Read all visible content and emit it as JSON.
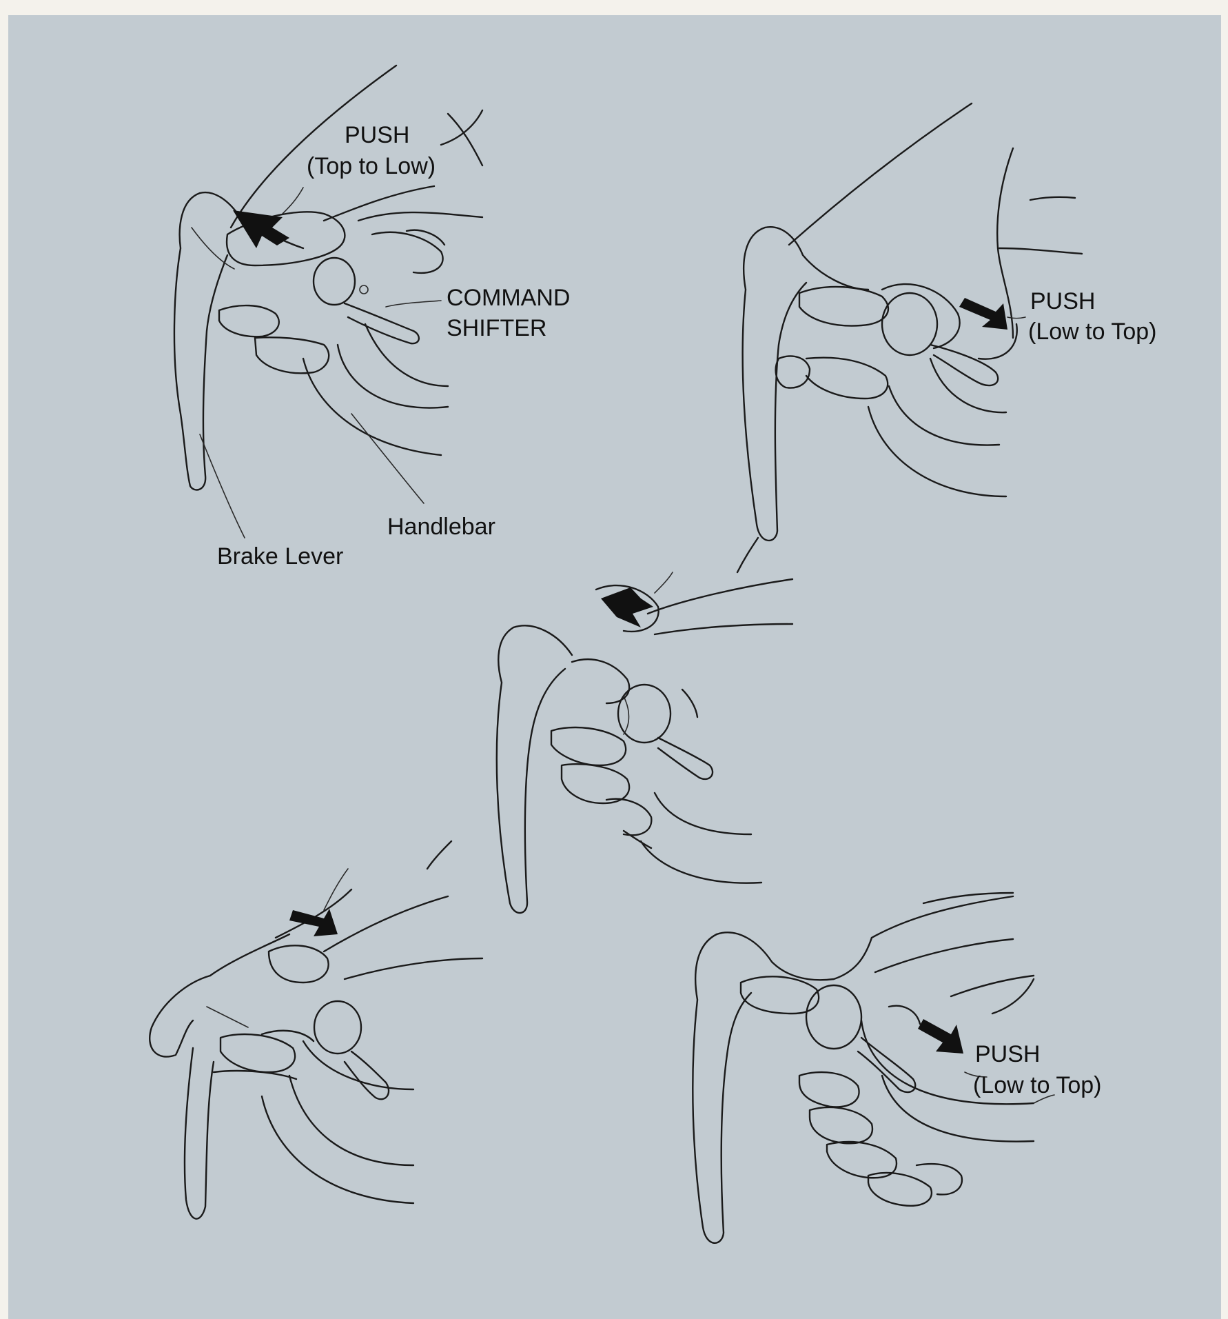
{
  "labels": {
    "push_1": "PUSH",
    "push_1_sub": "(Top to Low)",
    "command_1": "COMMAND",
    "command_2": "SHIFTER",
    "handlebar": "Handlebar",
    "brake_lever": "Brake Lever",
    "push_2": "PUSH",
    "push_2_sub": "(Low to Top)",
    "push_3": "PUSH",
    "push_3_sub": "(Low to Top)"
  },
  "colors": {
    "panel_background": "#c2cbd1",
    "line": "#1a1a1a",
    "arrow": "#111111"
  }
}
